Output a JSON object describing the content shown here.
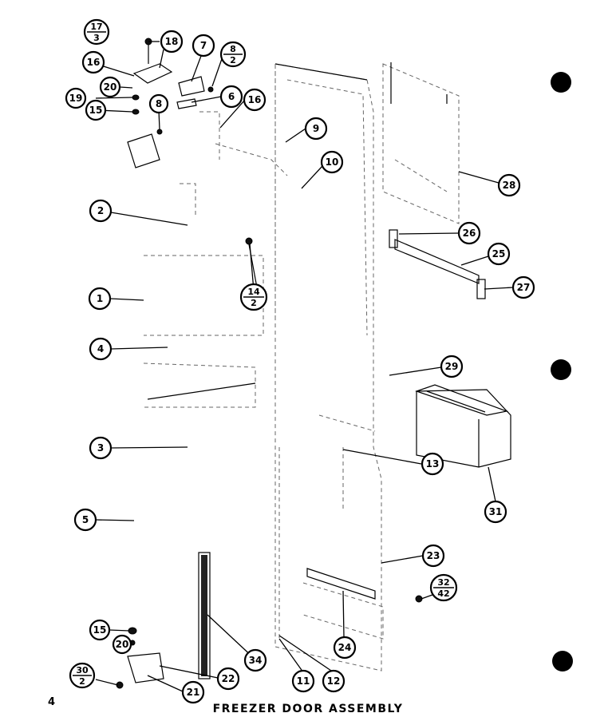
{
  "title": "FREEZER DOOR ASSEMBLY",
  "page_number": "4",
  "callouts": [
    {
      "id": "1",
      "label": "1"
    },
    {
      "id": "2",
      "label": "2"
    },
    {
      "id": "3",
      "label": "3"
    },
    {
      "id": "4",
      "label": "4"
    },
    {
      "id": "5",
      "label": "5"
    },
    {
      "id": "6",
      "label": "6"
    },
    {
      "id": "7",
      "label": "7"
    },
    {
      "id": "8",
      "label": "8"
    },
    {
      "id": "9",
      "label": "9"
    },
    {
      "id": "10",
      "label": "10"
    },
    {
      "id": "11",
      "label": "11"
    },
    {
      "id": "12",
      "label": "12"
    },
    {
      "id": "13",
      "label": "13"
    },
    {
      "id": "15a",
      "label": "15"
    },
    {
      "id": "15b",
      "label": "15"
    },
    {
      "id": "16a",
      "label": "16"
    },
    {
      "id": "16b",
      "label": "16"
    },
    {
      "id": "18",
      "label": "18"
    },
    {
      "id": "19",
      "label": "19"
    },
    {
      "id": "20a",
      "label": "20"
    },
    {
      "id": "20b",
      "label": "20"
    },
    {
      "id": "21",
      "label": "21"
    },
    {
      "id": "22",
      "label": "22"
    },
    {
      "id": "23",
      "label": "23"
    },
    {
      "id": "24",
      "label": "24"
    },
    {
      "id": "25",
      "label": "25"
    },
    {
      "id": "26",
      "label": "26"
    },
    {
      "id": "27",
      "label": "27"
    },
    {
      "id": "28",
      "label": "28"
    },
    {
      "id": "29",
      "label": "29"
    },
    {
      "id": "31",
      "label": "31"
    },
    {
      "id": "34",
      "label": "34"
    }
  ],
  "fraction_callouts": [
    {
      "id": "f17",
      "top": "17",
      "bottom": "3"
    },
    {
      "id": "f8",
      "top": "8",
      "bottom": "2"
    },
    {
      "id": "f14",
      "top": "14",
      "bottom": "2"
    },
    {
      "id": "f32",
      "top": "32",
      "bottom": "42"
    },
    {
      "id": "f30",
      "top": "30",
      "bottom": "2"
    }
  ],
  "colors": {
    "ink": "#000000",
    "paper": "#ffffff",
    "faint": "#666666"
  }
}
